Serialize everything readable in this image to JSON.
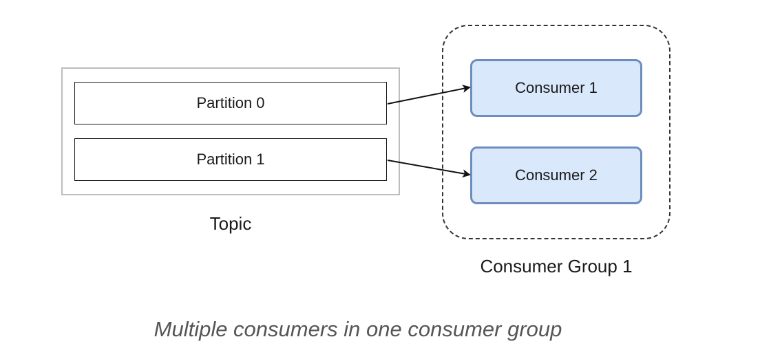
{
  "diagram": {
    "topic": {
      "label": "Topic",
      "partitions": [
        "Partition 0",
        "Partition 1"
      ]
    },
    "consumer_group": {
      "label": "Consumer Group 1",
      "consumers": [
        "Consumer 1",
        "Consumer 2"
      ]
    },
    "edges": [
      {
        "from": "Partition 0",
        "to": "Consumer 1"
      },
      {
        "from": "Partition 1",
        "to": "Consumer 2"
      }
    ],
    "colors": {
      "consumer_fill": "#dae8fc",
      "consumer_stroke": "#6c8ebf",
      "topic_border": "#bdbdbd"
    }
  },
  "caption": "Multiple consumers in one consumer group"
}
